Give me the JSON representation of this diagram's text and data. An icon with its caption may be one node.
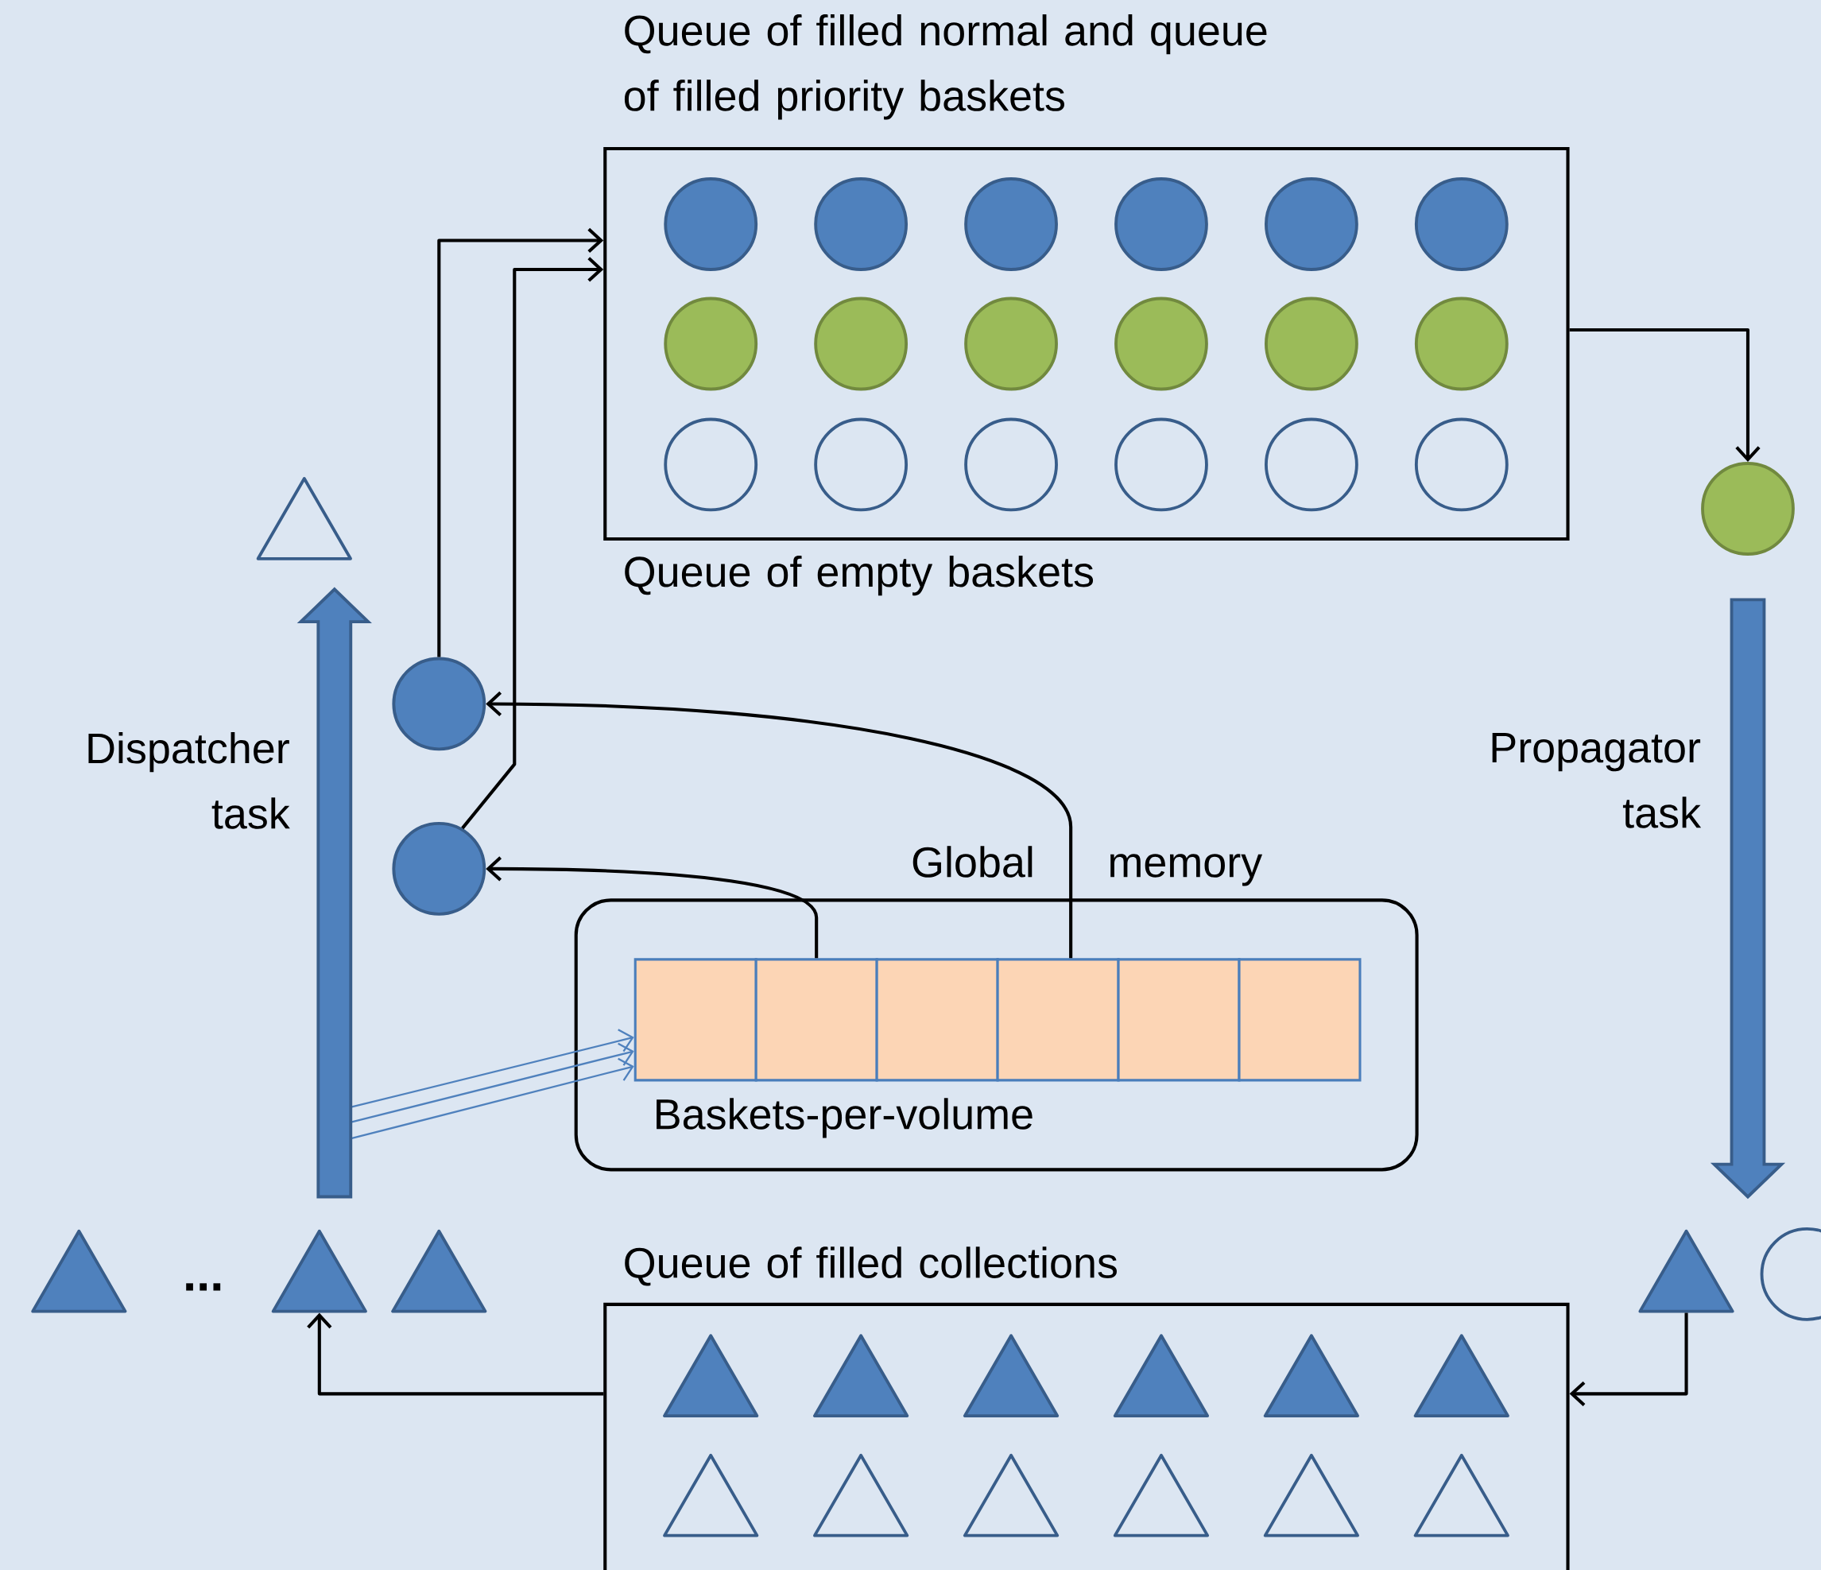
{
  "diagram": {
    "nodes": [
      {
        "text": [
          "Queue of filled normal and queue of filled priority baskets",
          "Queue of empty baskets"
        ]
      },
      {
        "text": [],
        "shape": "circle",
        "in": 0
      },
      {
        "text": [],
        "shape": "circle",
        "in": 0
      },
      {
        "text": [],
        "shape": "circle",
        "in": 0
      },
      {
        "text": [],
        "shape": "circle",
        "in": 0
      },
      {
        "text": [],
        "shape": "circle",
        "in": 0
      },
      {
        "text": [],
        "shape": "circle",
        "in": 0
      },
      {
        "text": [],
        "shape": "circle",
        "in": 0
      },
      {
        "text": [],
        "shape": "circle",
        "in": 0
      },
      {
        "text": [],
        "shape": "circle",
        "in": 0
      },
      {
        "text": [],
        "shape": "circle",
        "in": 0
      },
      {
        "text": [],
        "shape": "circle",
        "in": 0
      },
      {
        "text": [],
        "shape": "circle",
        "in": 0
      },
      {
        "text": [],
        "shape": "circle",
        "in": 0
      },
      {
        "text": [],
        "shape": "circle",
        "in": 0
      },
      {
        "text": [],
        "shape": "circle",
        "in": 0
      },
      {
        "text": [],
        "shape": "circle",
        "in": 0
      },
      {
        "text": [],
        "shape": "circle",
        "in": 0
      },
      {
        "text": [],
        "shape": "circle",
        "in": 0
      },
      {
        "text": [],
        "shape": "circle"
      },
      {
        "text": [],
        "shape": "triangle"
      },
      {
        "text": [],
        "shape": "circle"
      },
      {
        "text": [],
        "shape": "circle"
      },
      {
        "text": [
          "Global memory",
          "Baskets-per-volume"
        ]
      },
      {
        "text": [],
        "shape": "box",
        "in": 23
      },
      {
        "text": [],
        "shape": "box",
        "in": 23
      },
      {
        "text": [],
        "shape": "box",
        "in": 23
      },
      {
        "text": [],
        "shape": "box",
        "in": 23
      },
      {
        "text": [],
        "shape": "box",
        "in": 23
      },
      {
        "text": [],
        "shape": "box",
        "in": 23
      },
      {
        "text": [],
        "shape": "triangle"
      },
      {
        "text": [],
        "shape": "triangle"
      },
      {
        "text": [],
        "shape": "triangle"
      },
      {
        "text": [],
        "shape": "triangle"
      },
      {
        "text": [],
        "shape": "circle"
      },
      {
        "text": [
          "Queue of filled collections"
        ]
      },
      {
        "text": [],
        "shape": "triangle",
        "in": 35
      },
      {
        "text": [],
        "shape": "triangle",
        "in": 35
      },
      {
        "text": [],
        "shape": "triangle",
        "in": 35
      },
      {
        "text": [],
        "shape": "triangle",
        "in": 35
      },
      {
        "text": [],
        "shape": "triangle",
        "in": 35
      },
      {
        "text": [],
        "shape": "triangle",
        "in": 35
      },
      {
        "text": [],
        "shape": "triangle",
        "in": 35
      },
      {
        "text": [],
        "shape": "triangle",
        "in": 35
      },
      {
        "text": [],
        "shape": "triangle",
        "in": 35
      },
      {
        "text": [],
        "shape": "triangle",
        "in": 35
      },
      {
        "text": [],
        "shape": "triangle",
        "in": 35
      },
      {
        "text": [],
        "shape": "triangle",
        "in": 35
      }
    ],
    "edges": [
      {
        "from": 21,
        "to": 0,
        "arrow": "to"
      },
      {
        "from": 22,
        "to": 0,
        "arrow": "to"
      },
      {
        "from": 0,
        "to": 19,
        "arrow": "to"
      },
      {
        "from": 27,
        "to": 21,
        "arrow": "to"
      },
      {
        "from": 25,
        "to": 22,
        "arrow": "to"
      },
      {
        "from": null,
        "to": 24,
        "arrow": "to",
        "color": "#4f81bd"
      },
      {
        "from": null,
        "to": 24,
        "arrow": "to",
        "color": "#4f81bd"
      },
      {
        "from": null,
        "to": 24,
        "arrow": "to",
        "color": "#4f81bd"
      },
      {
        "from": 35,
        "to": 31,
        "arrow": "to"
      },
      {
        "from": 33,
        "to": 35,
        "arrow": "to"
      },
      {
        "from": 31,
        "to": 20,
        "arrow": "to",
        "label": "Dispatcher task",
        "style": "thick",
        "color": "#4f81bd"
      },
      {
        "from": 19,
        "to": 33,
        "arrow": "to",
        "label": "Propagator task",
        "style": "thick",
        "color": "#4f81bd"
      }
    ],
    "labels": [
      "..."
    ]
  }
}
